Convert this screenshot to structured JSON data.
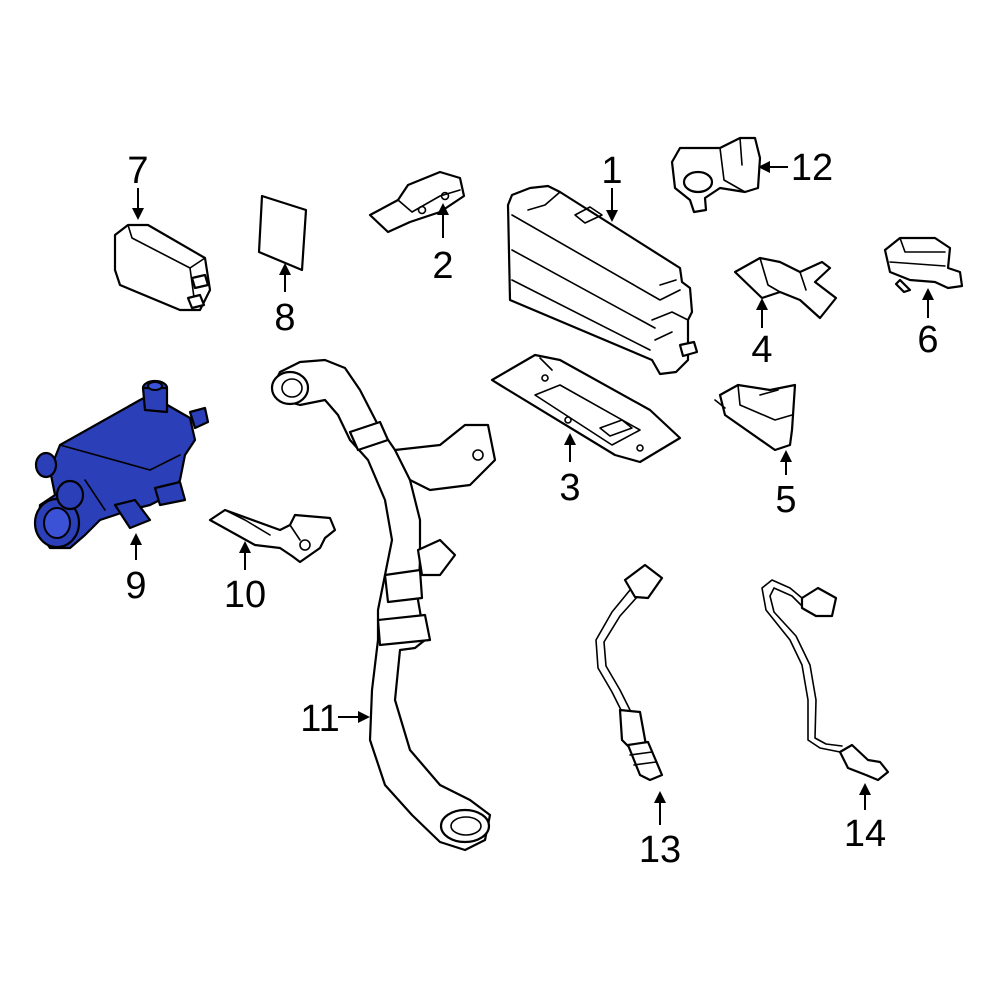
{
  "highlight_color": "#2b3fb8",
  "parts": [
    {
      "id": "1",
      "label": "1"
    },
    {
      "id": "2",
      "label": "2"
    },
    {
      "id": "3",
      "label": "3"
    },
    {
      "id": "4",
      "label": "4"
    },
    {
      "id": "5",
      "label": "5"
    },
    {
      "id": "6",
      "label": "6"
    },
    {
      "id": "7",
      "label": "7"
    },
    {
      "id": "8",
      "label": "8"
    },
    {
      "id": "9",
      "label": "9",
      "highlighted": true
    },
    {
      "id": "10",
      "label": "10"
    },
    {
      "id": "11",
      "label": "11"
    },
    {
      "id": "12",
      "label": "12"
    },
    {
      "id": "13",
      "label": "13"
    },
    {
      "id": "14",
      "label": "14"
    }
  ]
}
